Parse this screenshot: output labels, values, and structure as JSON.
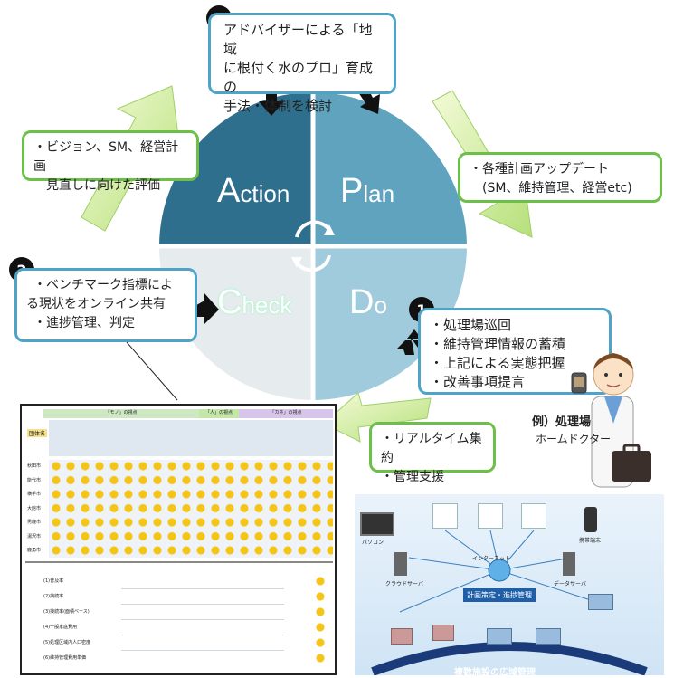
{
  "quadrants": {
    "action": {
      "cap": "A",
      "rest": "ction"
    },
    "plan": {
      "cap": "P",
      "rest": "lan"
    },
    "check": {
      "cap": "C",
      "rest": "heck"
    },
    "do": {
      "cap": "D",
      "rest": "o"
    }
  },
  "colors": {
    "action": "#2f6f8e",
    "plan": "#5fa3bf",
    "check": "#e6ebee",
    "do": "#9fcbdc",
    "green_border": "#6cc04a",
    "blue_border": "#4fa3c7"
  },
  "callouts": {
    "advisor": {
      "number": "3",
      "lines": [
        "アドバイザーによる「地域",
        "に根付く水のプロ」育成の",
        "手法・体制を検討"
      ]
    },
    "vision": {
      "lines": [
        "・ビジョン、SM、経営計画",
        "　見直しに向けた評価"
      ]
    },
    "plan_update": {
      "lines": [
        "・各種計画アップデート",
        "　(SM、維持管理、経営etc)"
      ]
    },
    "benchmark": {
      "number": "2",
      "lines": [
        "・ベンチマーク指標によ",
        "る現状をオンライン共有",
        "・進捗管理、判定"
      ]
    },
    "patrol": {
      "number": "1",
      "lines": [
        "・処理場巡回",
        "・維持管理情報の蓄積",
        "・上記による実態把握",
        "・改善事項提言"
      ]
    },
    "realtime": {
      "lines": [
        "・リアルタイム集約",
        "・管理支援"
      ]
    }
  },
  "doctor": {
    "line1": "例）処理場",
    "line2": "ホームドクター"
  },
  "dashboard": {
    "header_city": "団体名",
    "groups": [
      "「モノ」の視点",
      "「人」の視点",
      "「カネ」の視点"
    ],
    "cities": [
      "秋田市",
      "能代市",
      "横手市",
      "大館市",
      "男鹿市",
      "湯沢市",
      "鹿角市"
    ],
    "indicator_rows": [
      "(1)普及率",
      "(2)接続率",
      "(3)接続率(面積ベース)",
      "(4)一般家庭費用",
      "(5)処理区域内人口密度",
      "(6)維持管理費用単価"
    ]
  },
  "network": {
    "pc_label": "パソコン",
    "mobile_label": "携帯端末",
    "cloud_label": "クラウドサーバ",
    "data_label": "データサーバ",
    "center_label": "計画策定・進捗管理",
    "internet_label": "インターネット",
    "footer": "複数施設の広域管理"
  }
}
